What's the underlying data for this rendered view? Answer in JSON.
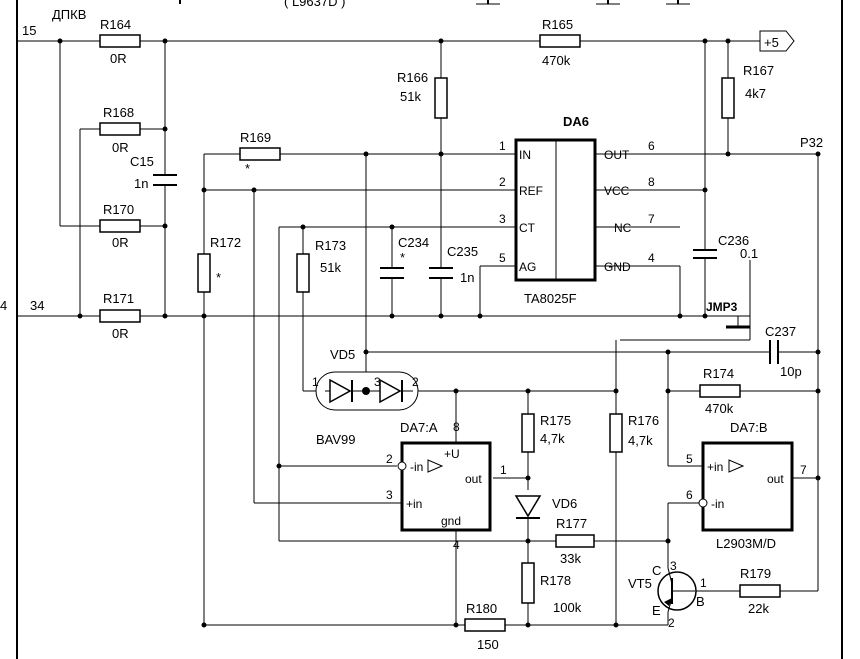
{
  "nets": {
    "in_left": "15",
    "in_left2": "34",
    "dpkv": "ДПКВ",
    "plus5": "+5",
    "p32": "P32",
    "top_cut": "( L9637D )",
    "edge_left": "4"
  },
  "resistors": {
    "r164": {
      "ref": "R164",
      "val": "0R"
    },
    "r165": {
      "ref": "R165",
      "val": "470k"
    },
    "r166": {
      "ref": "R166",
      "val": "51k"
    },
    "r167": {
      "ref": "R167",
      "val": "4k7"
    },
    "r168": {
      "ref": "R168",
      "val": "0R"
    },
    "r169": {
      "ref": "R169",
      "val": "*"
    },
    "r170": {
      "ref": "R170",
      "val": "0R"
    },
    "r171": {
      "ref": "R171",
      "val": "0R"
    },
    "r172": {
      "ref": "R172",
      "val": "*"
    },
    "r173": {
      "ref": "R173",
      "val": "51k"
    },
    "r174": {
      "ref": "R174",
      "val": "470k"
    },
    "r175": {
      "ref": "R175",
      "val": "4,7k"
    },
    "r176": {
      "ref": "R176",
      "val": "4,7k"
    },
    "r177": {
      "ref": "R177",
      "val": "33k"
    },
    "r178": {
      "ref": "R178",
      "val": "100k"
    },
    "r179": {
      "ref": "R179",
      "val": "22k"
    },
    "r180": {
      "ref": "R180",
      "val": "150"
    }
  },
  "capacitors": {
    "c15": {
      "ref": "C15",
      "val": "1n"
    },
    "c234": {
      "ref": "C234",
      "val": "*"
    },
    "c235": {
      "ref": "C235",
      "val": "1n"
    },
    "c236": {
      "ref": "C236",
      "val": "0.1"
    },
    "c237": {
      "ref": "C237",
      "val": "10p"
    }
  },
  "da6": {
    "ref": "DA6",
    "part": "TA8025F",
    "left_pins": [
      {
        "num": "1",
        "name": "IN"
      },
      {
        "num": "2",
        "name": "REF"
      },
      {
        "num": "3",
        "name": "CT"
      },
      {
        "num": "5",
        "name": "AG"
      }
    ],
    "right_pins": [
      {
        "num": "6",
        "name": "OUT"
      },
      {
        "num": "8",
        "name": "VCC"
      },
      {
        "num": "7",
        "name": "NC"
      },
      {
        "num": "4",
        "name": "GND"
      }
    ]
  },
  "da7a": {
    "ref": "DA7:A",
    "pin_minus": "2",
    "pin_plus": "3",
    "pin_out": "1",
    "pin_vcc": "8",
    "pin_gnd": "4",
    "lbl_minus": "-in",
    "lbl_plus": "+in",
    "lbl_out": "out",
    "lbl_u": "+U",
    "lbl_gnd": "gnd"
  },
  "da7b": {
    "ref": "DA7:B",
    "part": "L2903M/D",
    "pin_plus": "5",
    "pin_minus": "6",
    "pin_out": "7",
    "lbl_plus": "+in",
    "lbl_minus": "-in",
    "lbl_out": "out"
  },
  "vd5": {
    "ref": "VD5",
    "part": "BAV99",
    "pins": [
      "1",
      "3",
      "2"
    ]
  },
  "vd6": {
    "ref": "VD6"
  },
  "vt5": {
    "ref": "VT5",
    "pin_c": "3",
    "pin_b": "1",
    "pin_e": "2",
    "lbl_c": "C",
    "lbl_b": "B",
    "lbl_e": "E"
  },
  "jmp3": {
    "ref": "JMP3"
  }
}
